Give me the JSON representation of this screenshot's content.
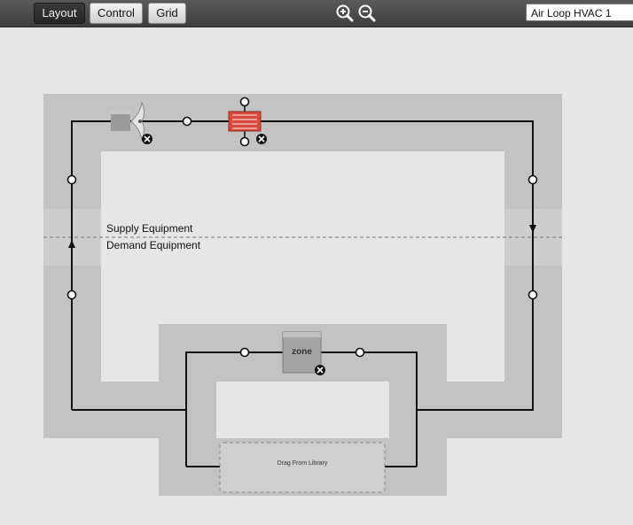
{
  "toolbar": {
    "layout_label": "Layout",
    "control_label": "Control",
    "grid_label": "Grid",
    "zoom_in_icon": "zoom-in-icon",
    "zoom_out_icon": "zoom-out-icon",
    "loop_selector_value": "Air Loop HVAC 1",
    "active_tab": "Layout"
  },
  "diagram": {
    "supply_label": "Supply Equipment",
    "demand_label": "Demand Equipment",
    "zone_label": "zone",
    "drop_zone_label": "Drag From Library",
    "components": [
      "fan-icon",
      "heating-coil-icon",
      "thermal-zone-icon"
    ],
    "colors": {
      "background": "#e6e6e6",
      "loop_band": "#c3c3c3",
      "pipe": "#111111",
      "coil": "#d84b3c"
    }
  }
}
